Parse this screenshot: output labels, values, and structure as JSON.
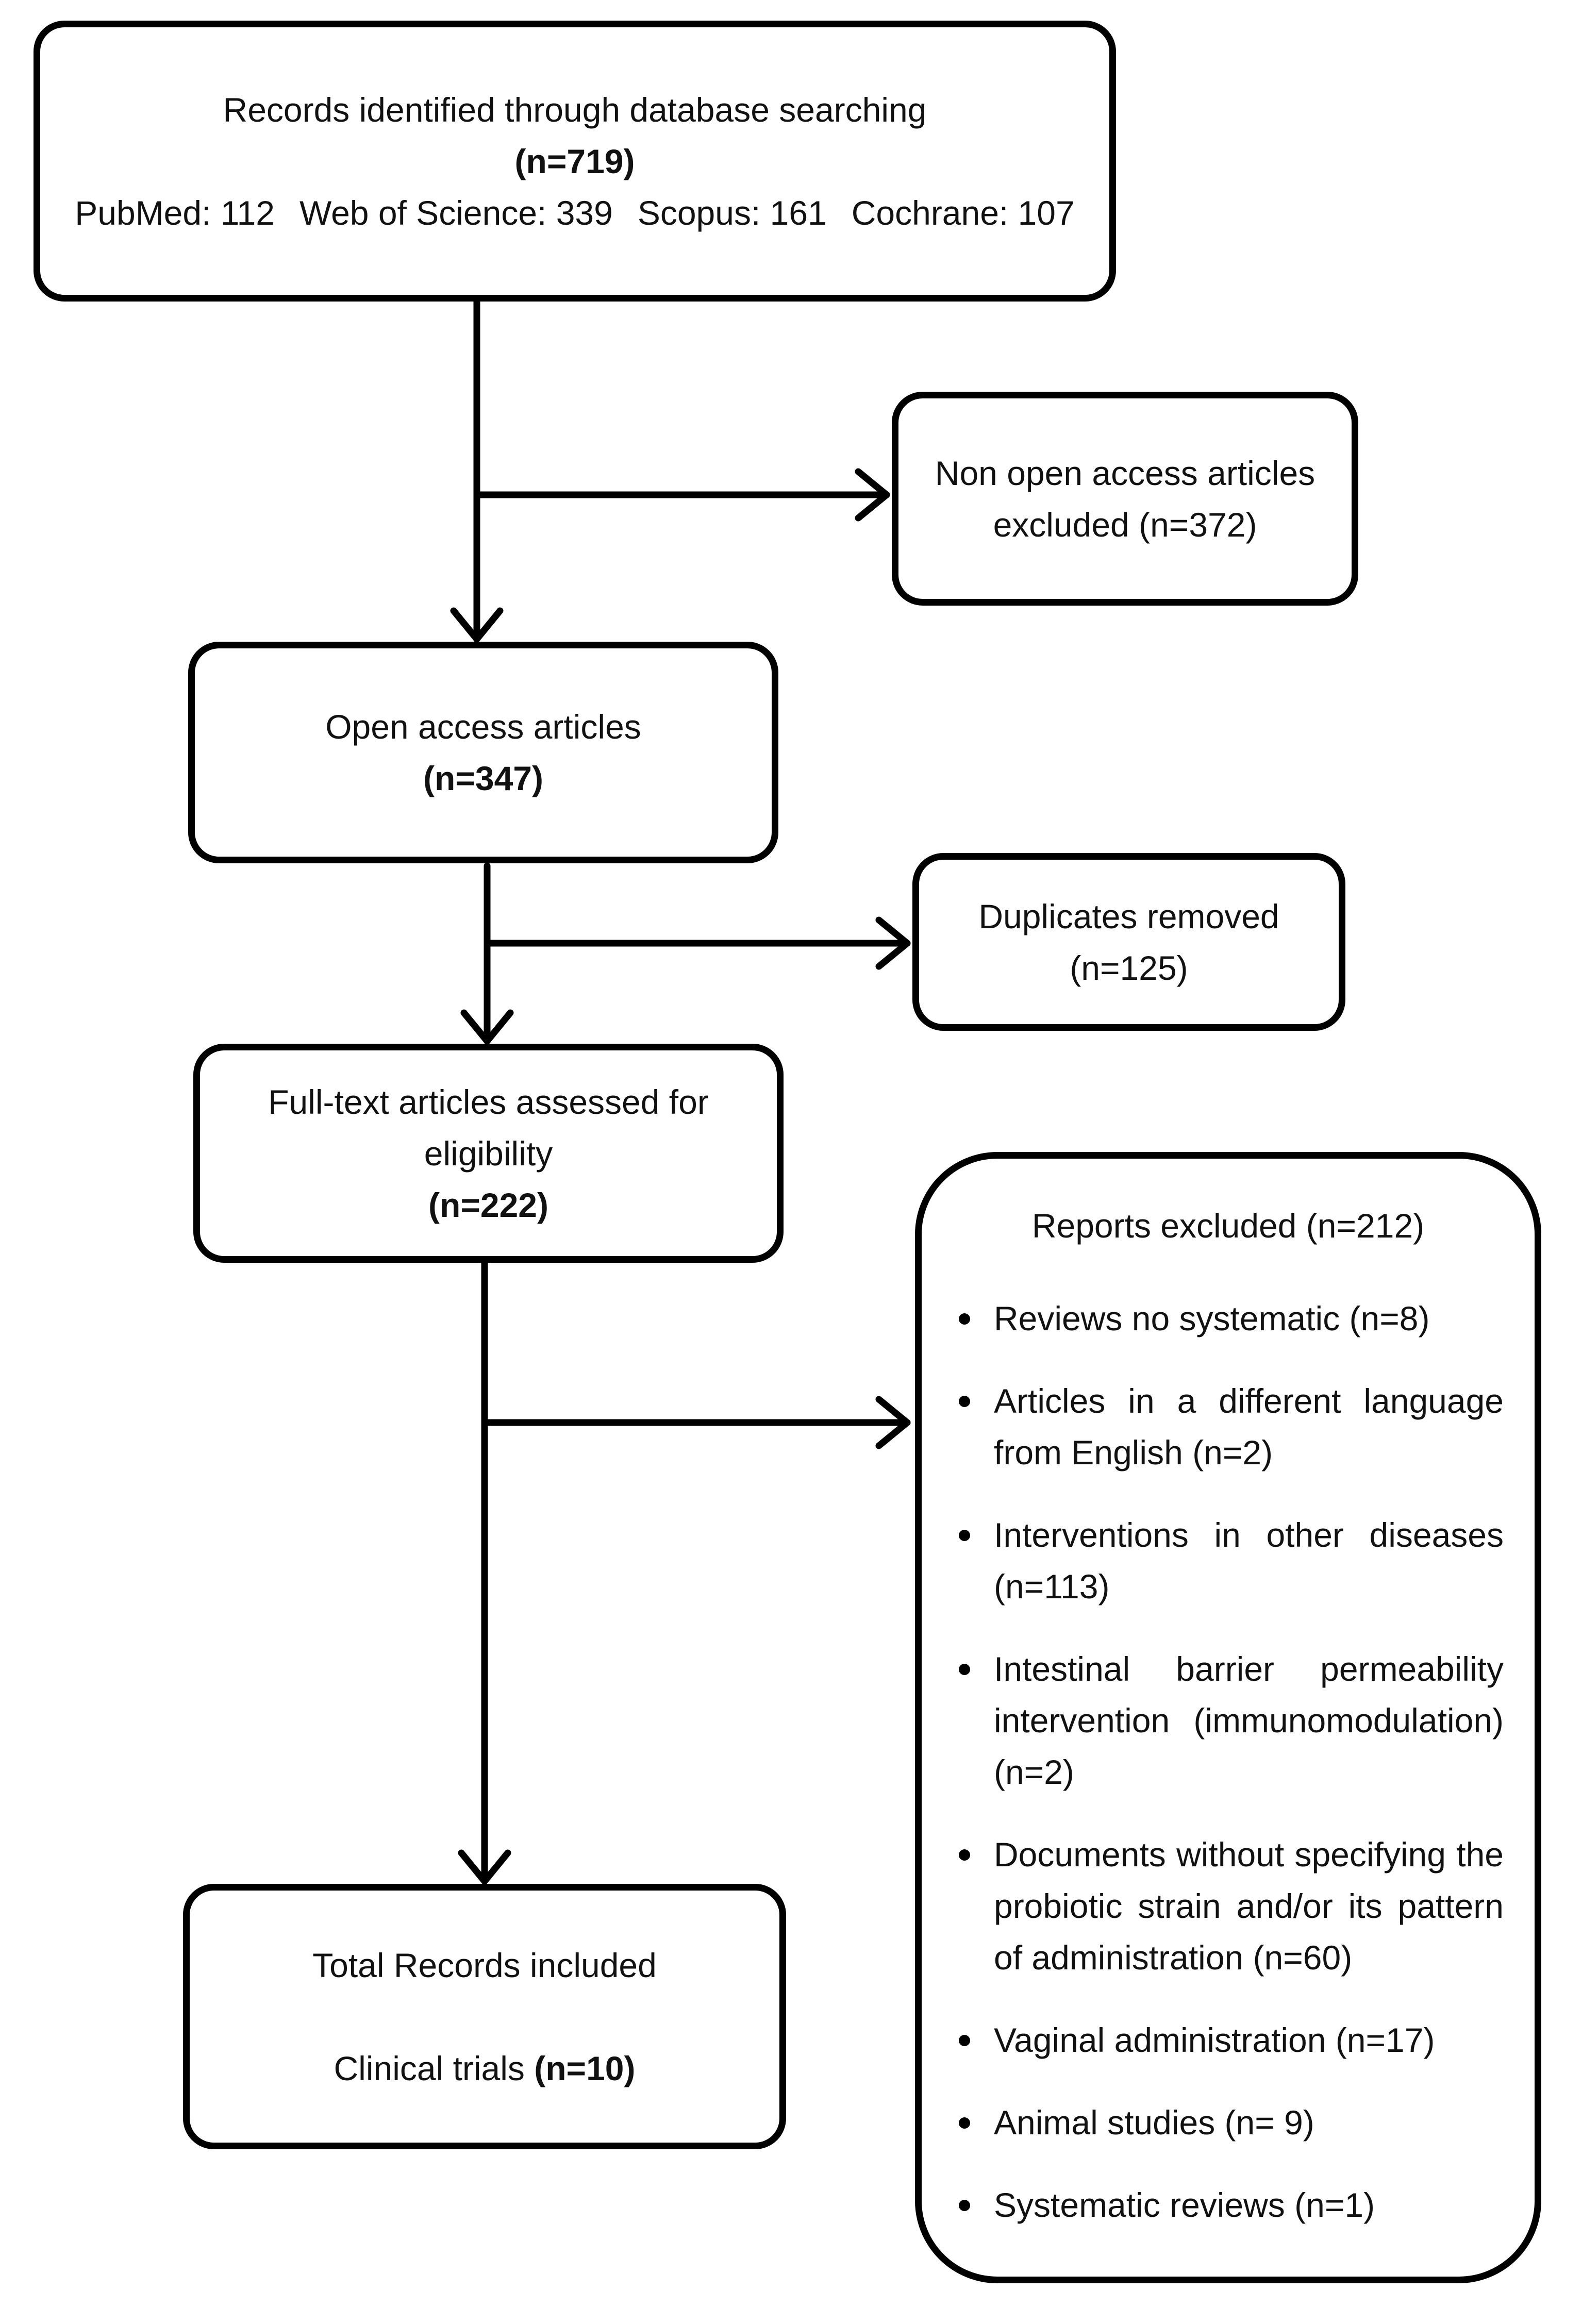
{
  "identification": {
    "title": "Records identified through database searching",
    "count": "(n=719)",
    "sources": [
      "PubMed: 112",
      "Web of Science: 339",
      "Scopus: 161",
      "Cochrane: 107"
    ]
  },
  "excluded_non_open": {
    "line1": "Non open access articles",
    "line2": "excluded (n=372)"
  },
  "open_access": {
    "title": "Open access articles",
    "count": "(n=347)"
  },
  "duplicates": {
    "line1": "Duplicates removed",
    "line2": "(n=125)"
  },
  "full_text": {
    "line1": "Full-text articles assessed for",
    "line2": "eligibility",
    "count": "(n=222)"
  },
  "included": {
    "title": "Total Records included",
    "trials_label": "Clinical trials ",
    "trials_count": "(n=10)"
  },
  "reports_excluded": {
    "title": "Reports excluded (n=212)",
    "items": [
      "Reviews no systematic (n=8)",
      "Articles in a different language from English (n=2)",
      "Interventions in other diseases (n=113)",
      "Intestinal barrier permeability intervention (immunomodulation) (n=2)",
      "Documents without specifying the probiotic strain and/or its pattern of administration (n=60)",
      "Vaginal administration (n=17)",
      "Animal studies (n= 9)",
      "Systematic reviews (n=1)"
    ]
  },
  "colors": {
    "stroke": "#000000",
    "background": "#ffffff",
    "text": "#111111"
  }
}
